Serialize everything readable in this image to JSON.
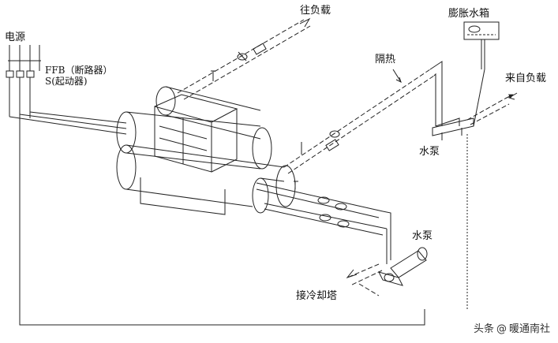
{
  "labels": {
    "power": "电源",
    "ffb": "FFB（断路器）",
    "starter": "S(起动器)",
    "to_load": "往负载",
    "expansion_tank": "膨胀水箱",
    "insulation": "隔热",
    "from_load": "来自负载",
    "pump_upper": "水泵",
    "pump_lower": "水泵",
    "to_cooling_tower": "接冷却塔"
  },
  "watermark": {
    "source": "头条",
    "at": "@",
    "account": "暖通南社"
  }
}
